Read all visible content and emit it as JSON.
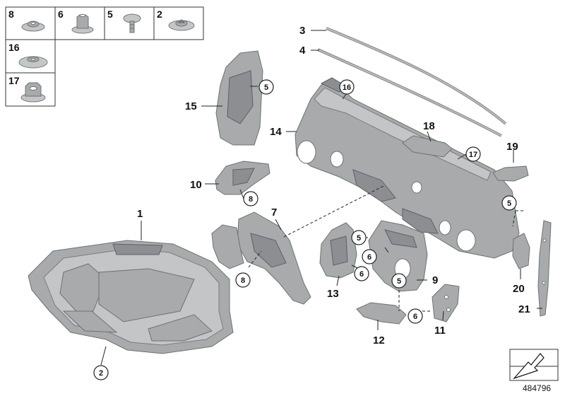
{
  "legend_parts": [
    {
      "num": "8"
    },
    {
      "num": "6"
    },
    {
      "num": "5"
    },
    {
      "num": "2"
    },
    {
      "num": "16"
    },
    {
      "num": "17"
    }
  ],
  "callouts": {
    "c1": "1",
    "c2": "2",
    "c3": "3",
    "c4": "4",
    "c5a": "5",
    "c5b": "5",
    "c5c": "5",
    "c5d": "5",
    "c6a": "6",
    "c6b": "6",
    "c6c": "6",
    "c7": "7",
    "c8a": "8",
    "c8b": "8",
    "c9": "9",
    "c10": "10",
    "c11": "11",
    "c12": "12",
    "c13": "13",
    "c14": "14",
    "c15": "15",
    "c16": "16",
    "c17": "17",
    "c18": "18",
    "c19": "19",
    "c20": "20",
    "c21": "21"
  },
  "diagram_number": "484796",
  "icon": "direction-arrow-icon"
}
